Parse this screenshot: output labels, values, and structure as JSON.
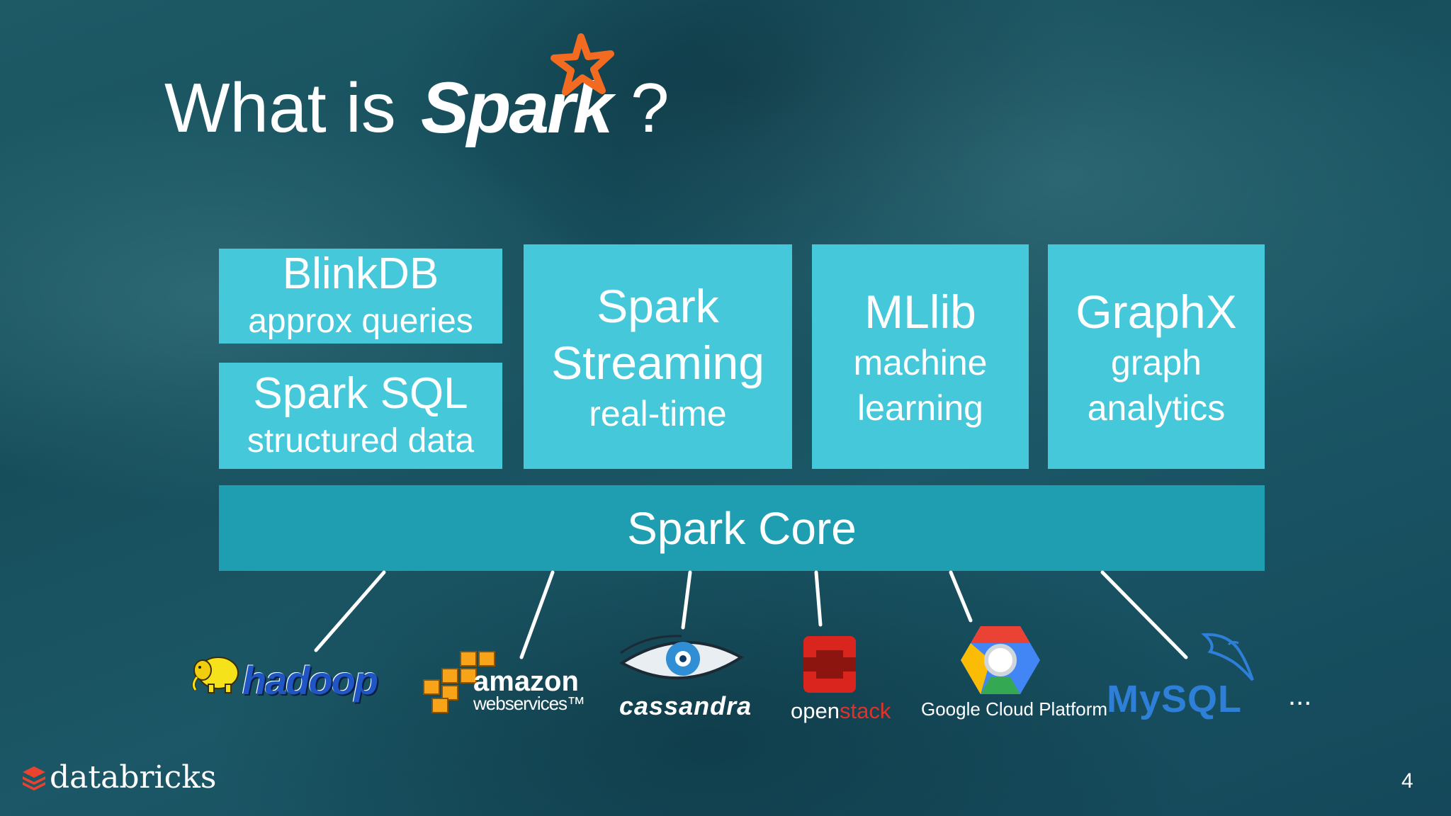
{
  "title": {
    "prefix": "What is",
    "brand": "Spark",
    "suffix": "?"
  },
  "stack": {
    "blinkdb": {
      "head": "BlinkDB",
      "sub": "approx queries"
    },
    "sparksql": {
      "head": "Spark SQL",
      "sub": "structured data"
    },
    "streaming": {
      "head1": "Spark",
      "head2": "Streaming",
      "sub": "real-time"
    },
    "mllib": {
      "head": "MLlib",
      "sub1": "machine",
      "sub2": "learning"
    },
    "graphx": {
      "head": "GraphX",
      "sub1": "graph",
      "sub2": "analytics"
    },
    "core": "Spark Core"
  },
  "integrations": {
    "hadoop": "hadoop",
    "amazon": "amazon",
    "webservices": "webservices™",
    "cassandra": "cassandra",
    "openstack_open": "open",
    "openstack_stack": "stack",
    "gcp": "Google Cloud Platform",
    "mysql": "MySQL",
    "more": "..."
  },
  "footer": {
    "brand": "databricks",
    "page": "4"
  },
  "colors": {
    "box": "#45c8d9",
    "core": "#1e9eb0",
    "spark_star": "#f26b21"
  }
}
